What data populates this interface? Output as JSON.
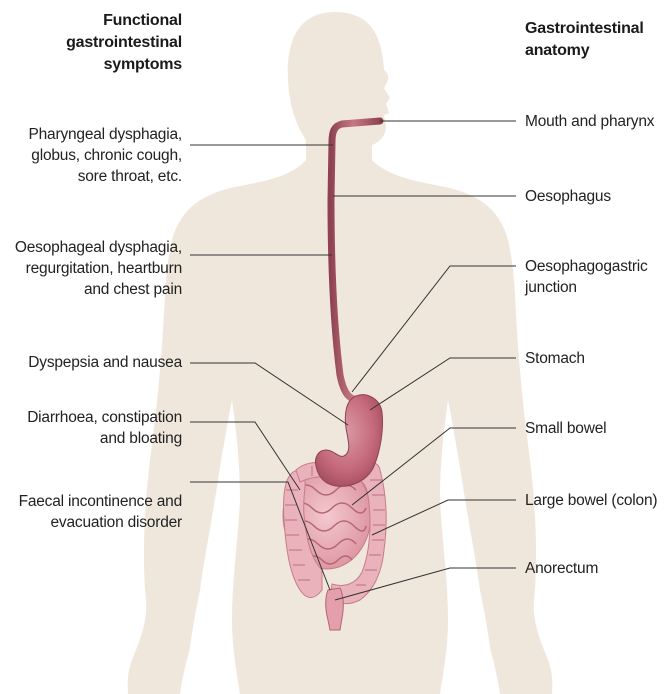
{
  "headings": {
    "symptoms": "Functional\ngastrointestinal\nsymptoms",
    "anatomy": "Gastrointestinal\nanatomy"
  },
  "symptoms": [
    {
      "id": "pharyngeal",
      "text": "Pharyngeal dysphagia,\nglobus, chronic cough,\nsore throat, etc."
    },
    {
      "id": "oesophageal",
      "text": "Oesophageal dysphagia,\nregurgitation, heartburn\nand chest pain"
    },
    {
      "id": "dyspepsia",
      "text": "Dyspepsia and nausea"
    },
    {
      "id": "diarrhoea",
      "text": "Diarrhoea, constipation\nand bloating"
    },
    {
      "id": "faecal",
      "text": "Faecal incontinence and\nevacuation disorder"
    }
  ],
  "anatomy": [
    {
      "id": "mouth",
      "text": "Mouth and pharynx"
    },
    {
      "id": "oesophagus",
      "text": "Oesophagus"
    },
    {
      "id": "ogj",
      "text": "Oesophagogastric\njunction"
    },
    {
      "id": "stomach",
      "text": "Stomach"
    },
    {
      "id": "small-bowel",
      "text": "Small bowel"
    },
    {
      "id": "large-bowel",
      "text": "Large bowel (colon)"
    },
    {
      "id": "anorectum",
      "text": "Anorectum"
    }
  ],
  "colors": {
    "body_silhouette": "#efe7dc",
    "oesophagus": "#b5606f",
    "stomach": "#c97586",
    "intestine": "#e7a9b3",
    "leader_line": "#333333"
  }
}
